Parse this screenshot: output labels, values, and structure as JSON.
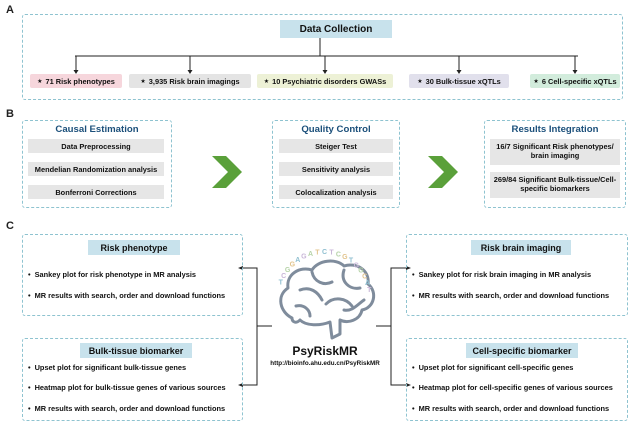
{
  "panels": {
    "a": "A",
    "b": "B",
    "c": "C"
  },
  "section_a": {
    "title": "Data Collection",
    "items": [
      {
        "label": "71 Risk phenotypes",
        "bg": "#f6d6dc"
      },
      {
        "label": "3,935 Risk brain imagings",
        "bg": "#e4e4e4"
      },
      {
        "label": "10 Psychiatric disorders GWASs",
        "bg": "#edf1d6"
      },
      {
        "label": "30 Bulk-tissue xQTLs",
        "bg": "#e1e0ec"
      },
      {
        "label": "6 Cell-specific xQTLs",
        "bg": "#d2ecdc"
      }
    ],
    "title_bg": "#c8e2ec"
  },
  "section_b": {
    "causal": {
      "title": "Causal Estimation",
      "items": [
        "Data Preprocessing",
        "Mendelian Randomization analysis",
        "Bonferroni Corrections"
      ]
    },
    "quality": {
      "title": "Quality Control",
      "items": [
        "Steiger Test",
        "Sensitivity analysis",
        "Colocalization analysis"
      ]
    },
    "results": {
      "title": "Results Integration",
      "items": [
        [
          "16/7 Significant Risk phenotypes/",
          "brain imaging"
        ],
        [
          "269/84 Significant Bulk-tissue/Cell-",
          "specific biomarkers"
        ]
      ]
    },
    "arrow_color": "#5aa03a"
  },
  "section_c": {
    "risk_phenotype": {
      "title": "Risk phenotype",
      "items": [
        "Sankey plot for risk phenotype in MR analysis",
        "MR results with search, order and download functions"
      ]
    },
    "bulk_tissue": {
      "title": "Bulk-tissue biomarker",
      "items": [
        "Upset plot for significant bulk-tissue genes",
        "Heatmap plot for bulk-tissue genes of various sources",
        "MR results with search, order and download functions"
      ]
    },
    "risk_brain": {
      "title": "Risk brain imaging",
      "items": [
        "Sankey plot for risk brain imaging in MR analysis",
        "MR results with search, order and download functions"
      ]
    },
    "cell_specific": {
      "title": "Cell-specific biomarker",
      "items": [
        "Upset plot for significant cell-specific genes",
        "Heatmap plot for cell-specific genes of various sources",
        "MR results with search, order and download functions"
      ]
    },
    "center": {
      "name": "PsyRiskMR",
      "url": "http://bioinfo.ahu.edu.cn/PsyRiskMR",
      "dna_letters": "TCGGAGATCTCGTGGCAT",
      "logo": "brain-dna-logo"
    }
  }
}
